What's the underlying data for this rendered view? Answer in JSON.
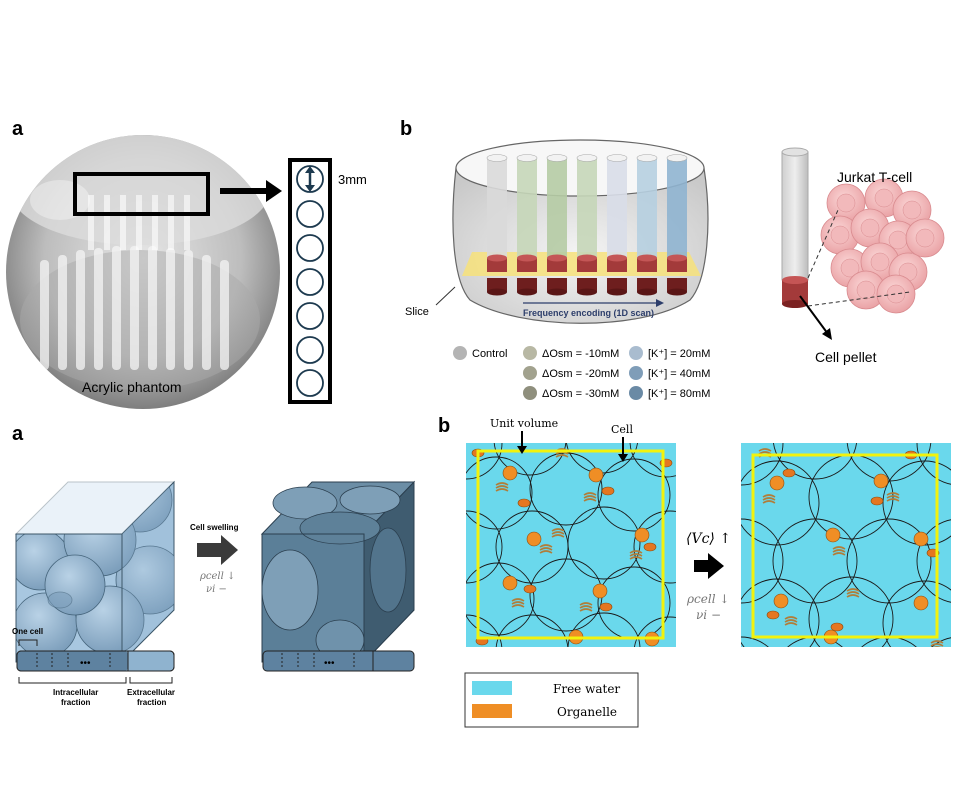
{
  "top": {
    "panel_a_letter": "a",
    "panel_b_letter": "b",
    "phantom_label": "Acrylic phantom",
    "tube_size_label": "3mm",
    "slice_label": "Slice",
    "encoding_label": "Frequency encoding (1D scan)",
    "cell_label": "Jurkat T-cell",
    "pellet_label": "Cell pellet",
    "tube_colors": [
      "#d9d9d9",
      "#c5d6b8",
      "#b5cba4",
      "#c5d6b8",
      "#d8dde8",
      "#b6cfe0",
      "#8fb4d0"
    ],
    "legend": [
      {
        "label": "Control",
        "color": "#b4b4b4"
      },
      {
        "label": "ΔOsm = -10mM",
        "color": "#b8b8a4"
      },
      {
        "label": "ΔOsm = -20mM",
        "color": "#a2a28e"
      },
      {
        "label": "ΔOsm = -30mM",
        "color": "#8f8f7d"
      },
      {
        "label": "[K⁺] = 20mM",
        "color": "#a9bccf"
      },
      {
        "label": "[K⁺] = 40mM",
        "color": "#7f9db8"
      },
      {
        "label": "[K⁺] = 80mM",
        "color": "#6a8aa5"
      }
    ]
  },
  "bottom": {
    "panel_a_letter": "a",
    "panel_b_letter": "b",
    "swelling_label": "Cell swelling",
    "rho_label": "ρcell ↓",
    "nu_label": "νi −",
    "one_cell_label": "One cell",
    "intracellular_label_1": "Intracellular",
    "intracellular_label_2": "fraction",
    "extracellular_label_1": "Extracellular",
    "extracellular_label_2": "fraction",
    "dots_label": "•••",
    "unit_volume_label": "Unit volume",
    "cell_callout_label": "Cell",
    "vc_label": "⟨Vc⟩ ↑",
    "rho_label_b": "ρcell ↓",
    "nu_label_b": "νi −",
    "legend": [
      {
        "label": "Free water",
        "color": "#6ad8ec"
      },
      {
        "label": "Organelle",
        "color": "#ef8e25"
      }
    ]
  }
}
